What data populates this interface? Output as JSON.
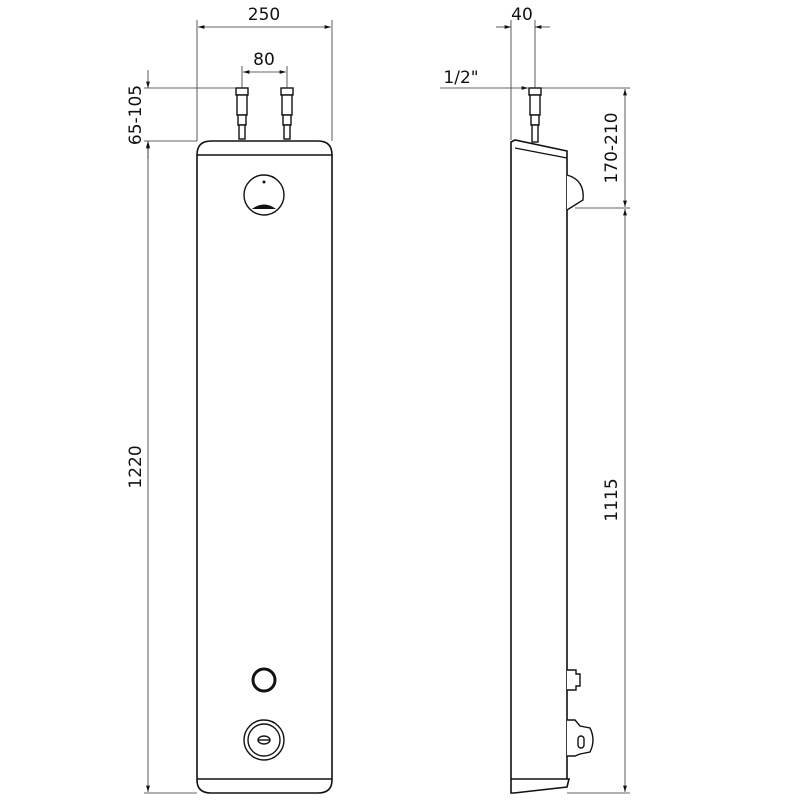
{
  "front_view": {
    "dimensions": {
      "width": "250",
      "connection_spacing": "80",
      "connection_height": "65-105",
      "height": "1220"
    }
  },
  "side_view": {
    "dimensions": {
      "depth": "40",
      "thread": "1/2\"",
      "head_offset": "170-210",
      "head_height": "1115"
    }
  },
  "colors": {
    "line": "#111111",
    "background": "#ffffff"
  }
}
